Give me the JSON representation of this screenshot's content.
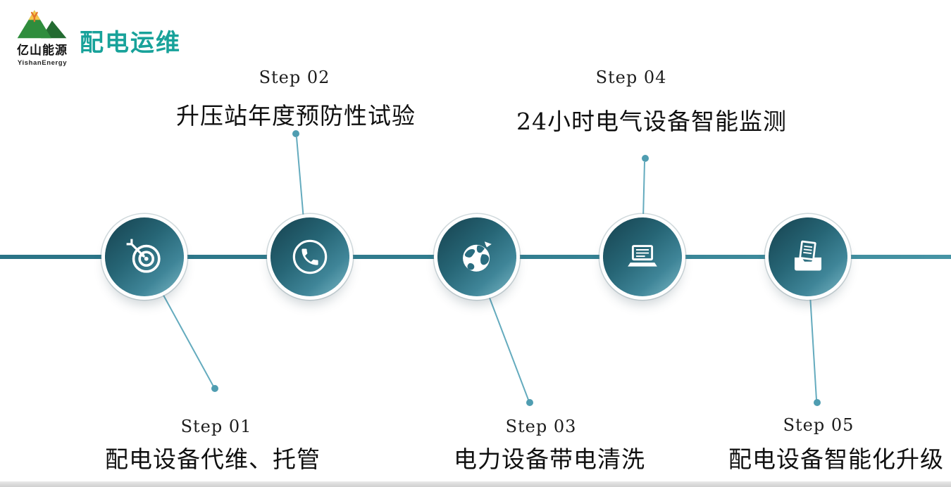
{
  "header": {
    "title": "配电运维",
    "logo": {
      "name_cn": "亿山能源",
      "name_en": "YishanEnergy"
    }
  },
  "colors": {
    "accent_teal": "#2e7d8e",
    "title_green": "#18a29a",
    "circle_gradient_dark": "#16414e",
    "circle_gradient_light": "#7db9c6",
    "connector": "#64abbe",
    "dot": "#4f9db1",
    "text": "#101010",
    "logo_green": "#2f8d3d",
    "logo_yellow": "#f6c64a",
    "logo_orange": "#e2762a"
  },
  "timeline": {
    "steps": [
      {
        "label": "Step 01",
        "title": "配电设备代维、托管",
        "icon": "target-icon",
        "position": "below"
      },
      {
        "label": "Step 02",
        "title": "升压站年度预防性试验",
        "icon": "phone-icon",
        "position": "above"
      },
      {
        "label": "Step 03",
        "title": "电力设备带电清洗",
        "icon": "globe-icon",
        "position": "below"
      },
      {
        "label": "Step 04",
        "title": "24小时电气设备智能监测",
        "icon": "laptop-icon",
        "position": "above"
      },
      {
        "label": "Step 05",
        "title": "配电设备智能化升级",
        "icon": "document-tray-icon",
        "position": "below"
      }
    ]
  }
}
